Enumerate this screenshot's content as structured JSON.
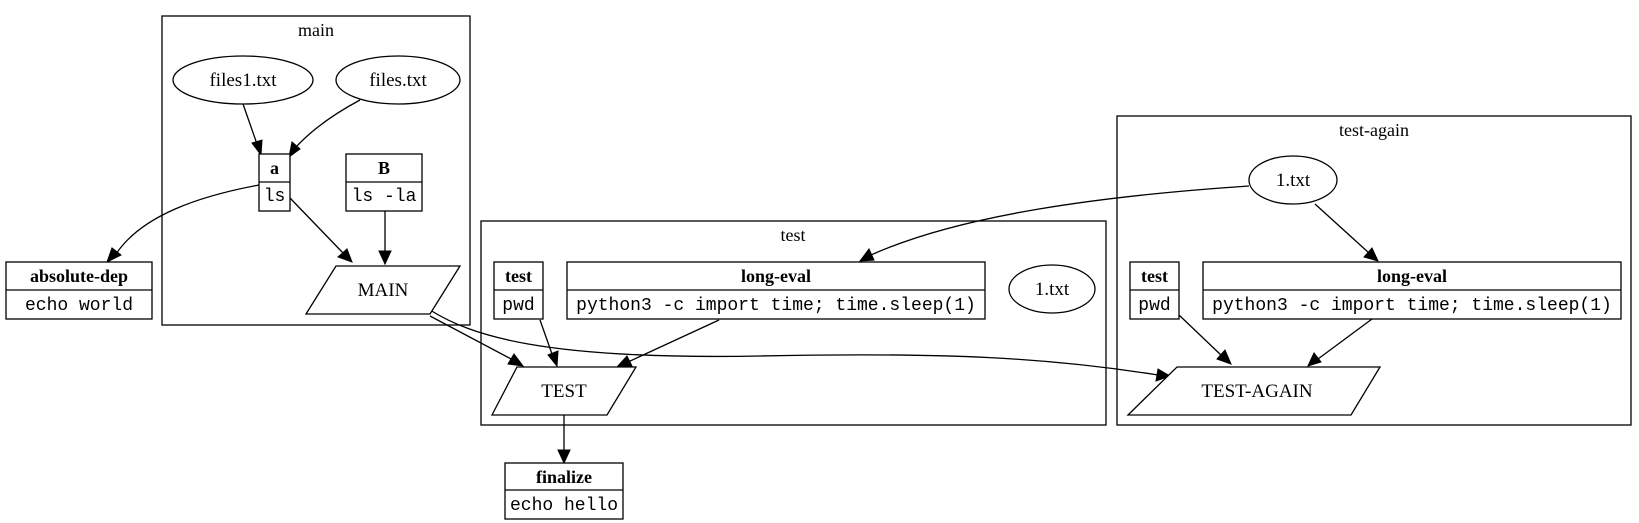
{
  "clusters": {
    "main": {
      "label": "main"
    },
    "test": {
      "label": "test"
    },
    "test_again": {
      "label": "test-again"
    }
  },
  "nodes": {
    "files1": "files1.txt",
    "files": "files.txt",
    "a_title": "a",
    "a_cmd": "ls",
    "b_title": "B",
    "b_cmd": "ls -la",
    "main_target": "MAIN",
    "absdep_title": "absolute-dep",
    "absdep_cmd": "echo world",
    "test_test_title": "test",
    "test_test_cmd": "pwd",
    "test_longeval_title": "long-eval",
    "test_longeval_cmd": "python3 -c import time; time.sleep(1)",
    "test_1txt": "1.txt",
    "test_target": "TEST",
    "finalize_title": "finalize",
    "finalize_cmd": "echo hello",
    "ta_1txt": "1.txt",
    "ta_test_title": "test",
    "ta_test_cmd": "pwd",
    "ta_longeval_title": "long-eval",
    "ta_longeval_cmd": "python3 -c import time; time.sleep(1)",
    "ta_target": "TEST-AGAIN"
  }
}
